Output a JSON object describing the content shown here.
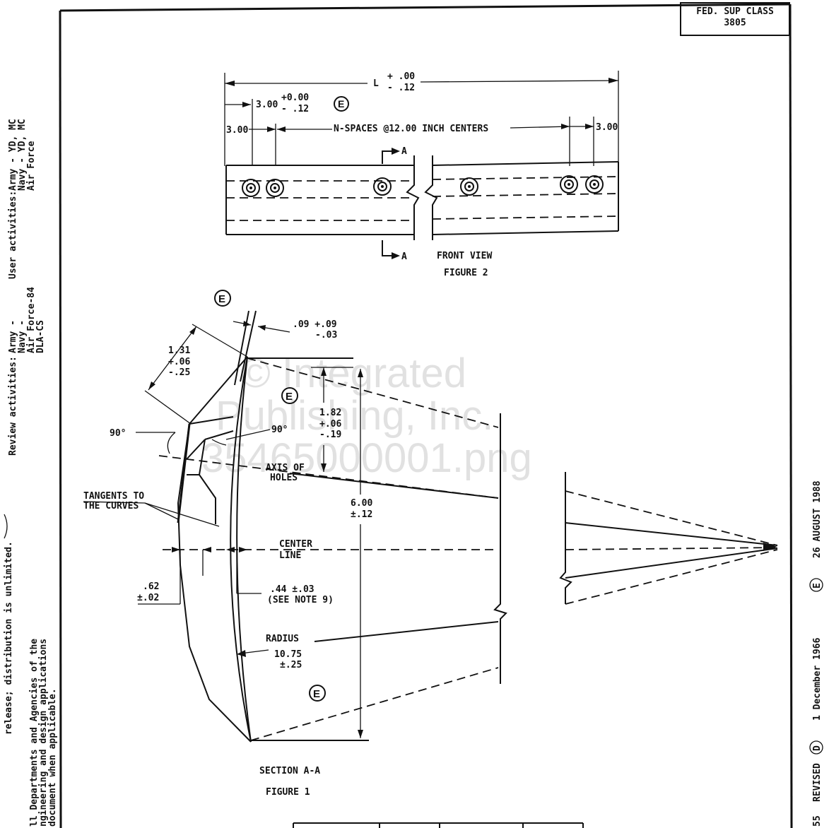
{
  "watermark": {
    "line1": "© Integrated",
    "line2": "Publishing, Inc.",
    "line3": "35465000001.png"
  },
  "title_block": {
    "fed_sup_class_label": "FED. SUP CLASS",
    "fed_sup_class_value": "3805"
  },
  "left_margin": {
    "user_activities_label": "User activities:",
    "user_activities_line1": "Army - YD, MC",
    "user_activities_line2": "Navy - YD, MC",
    "user_activities_line3": "Air Force",
    "review_activities_label": "Review activities:",
    "review_line1": "Army -",
    "review_line2": "Navy -",
    "review_line3": "Air Force-84",
    "review_line4": "DLA-CS",
    "release_text": "release; distribution is unlimited.",
    "dept_line1": "ll Departments and Agencies of the",
    "dept_line2": "ngineering and design applications",
    "dept_line3": "document when applicable."
  },
  "right_margin": {
    "revision_date": "26 AUGUST 1988",
    "revision_mark": "E",
    "original_date": "1 December 1966",
    "revised_label": "REVISED",
    "revised_mark": "D",
    "doc_fragment": "55"
  },
  "figure2": {
    "overall_length_label": "L",
    "overall_tol_plus": "+ .00",
    "overall_tol_minus": "- .12",
    "left_end_dim": "3.00",
    "left_end_tol_plus": "+0.00",
    "left_end_tol_minus": "- .12",
    "revision_mark": "E",
    "left_spacing": "3.00",
    "spacing_note": "N-SPACES @12.00 INCH CENTERS",
    "right_spacing": "3.00",
    "section_marker": "A",
    "view_label": "FRONT VIEW",
    "figure_label": "FIGURE 2"
  },
  "figure1": {
    "revision_mark_top": "E",
    "top_dim": ".09 +.09",
    "top_dim_tol": "-.03",
    "left_dim_value": "1.31",
    "left_dim_tol_plus": "+.06",
    "left_dim_tol_minus": "-.25",
    "revision_mark_center": "E",
    "hole_dim_value": "1.82",
    "hole_dim_tol_plus": "+.06",
    "hole_dim_tol_minus": "-.19",
    "angle_left": "90°",
    "angle_right": "90°",
    "axis_label_line1": "AXIS OF",
    "axis_label_line2": "HOLES",
    "tangents_line1": "TANGENTS TO",
    "tangents_line2": "THE CURVES",
    "height_value": "6.00",
    "height_tol": "±.12",
    "center_line1": "CENTER",
    "center_line2": "LINE",
    "thickness_value": ".62",
    "thickness_tol": "±.02",
    "note_dim": ".44 ±.03",
    "note_ref": "(SEE NOTE 9)",
    "radius_label": "RADIUS",
    "radius_value": "10.75",
    "radius_tol": "±.25",
    "revision_mark_bottom": "E",
    "section_label": "SECTION A-A",
    "figure_label": "FIGURE 1"
  }
}
